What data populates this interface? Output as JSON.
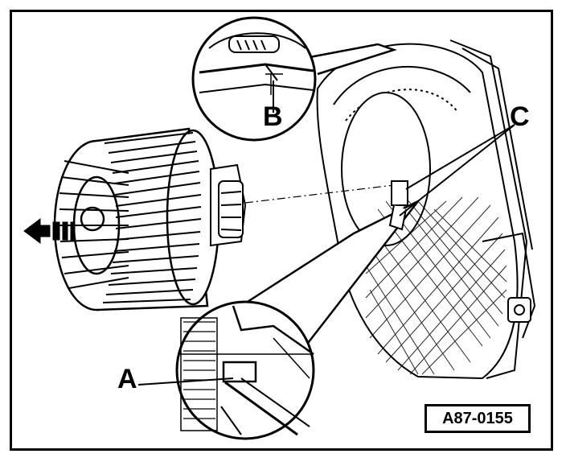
{
  "labels": {
    "a": "A",
    "b": "B",
    "c": "C"
  },
  "reference_code": "A87-0155",
  "colors": {
    "ink": "#000000",
    "paper": "#ffffff",
    "shade": "#d9d9d9"
  }
}
